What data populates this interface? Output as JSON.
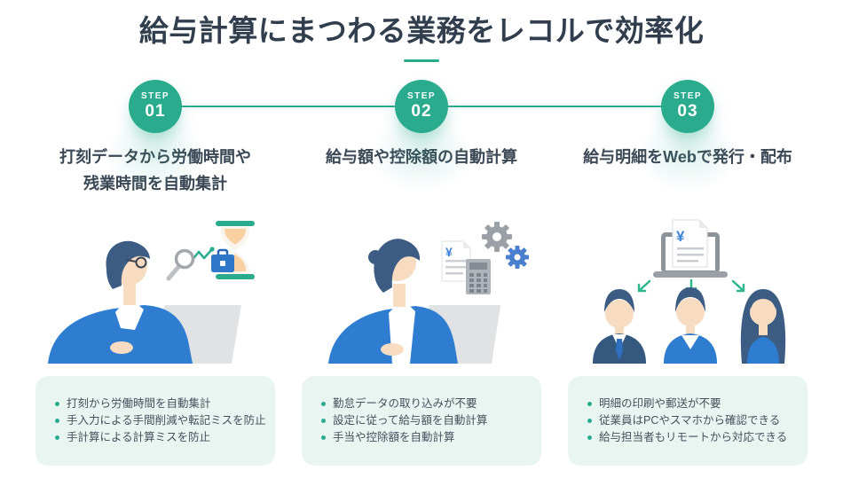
{
  "title": "給与計算にまつわる業務をレコルで効率化",
  "colors": {
    "accent_teal": "#2aab8e",
    "title_text": "#313e4d",
    "heading_text": "#3a4754",
    "card_background": "#e9f5f1",
    "bullet_text": "#44515d",
    "clothing_blue": "#2e7dd1",
    "hair_navy": "#3c5c84",
    "skin": "#f8dcc2"
  },
  "steps": [
    {
      "step_label": "STEP",
      "number": "01",
      "heading_lines": [
        "打刻データから労働時間や",
        "残業時間を自動集計"
      ],
      "illustration": "man-at-laptop-with-magnifier-trend-briefcase-hourglass",
      "icons": [
        "magnifier-icon",
        "trend-line-icon",
        "briefcase-icon",
        "hourglass-icon",
        "laptop-icon"
      ],
      "bullets": [
        "打刻から労働時間を自動集計",
        "手入力による手間削減や転記ミスを防止",
        "手計算による計算ミスを防止"
      ]
    },
    {
      "step_label": "STEP",
      "number": "02",
      "heading_lines": [
        "給与額や控除額の自動計算",
        ""
      ],
      "illustration": "woman-at-laptop-with-payslip-calculator-gears",
      "icons": [
        "yen-document-icon",
        "calculator-icon",
        "gear-icons",
        "laptop-icon"
      ],
      "yen_symbol": "¥",
      "bullets": [
        "勤怠データの取り込みが不要",
        "設定に従って給与額を自動計算",
        "手当や控除額を自動計算"
      ]
    },
    {
      "step_label": "STEP",
      "number": "03",
      "heading_lines": [
        "給与明細をWebで発行・配布",
        ""
      ],
      "illustration": "laptop-distributing-payslip-to-three-employees",
      "icons": [
        "laptop-icon",
        "yen-document-icon",
        "arrow-down-left-icon",
        "arrow-down-icon",
        "arrow-down-right-icon",
        "employee-avatars"
      ],
      "yen_symbol": "¥",
      "bullets": [
        "明細の印刷や郵送が不要",
        "従業員はPCやスマホから確認できる",
        "給与担当者もリモートから対応できる"
      ]
    }
  ]
}
